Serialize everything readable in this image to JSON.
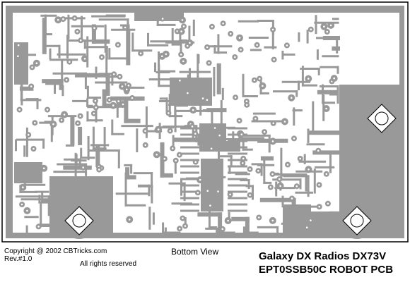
{
  "colors": {
    "copper": "#999999",
    "board": "#ffffff",
    "outline": "#000000"
  },
  "captions": {
    "copyright": "Copyright @ 2002 CBTricks.com",
    "revision": "Rev.#1.0",
    "rights": "All rights reserved",
    "view": "Bottom View",
    "model": "Galaxy DX Radios  DX73V",
    "board": "EPT0SSB50C ROBOT PCB"
  },
  "icons": [
    "mounting-hole-icon",
    "mounting-hole-icon",
    "mounting-hole-icon"
  ]
}
